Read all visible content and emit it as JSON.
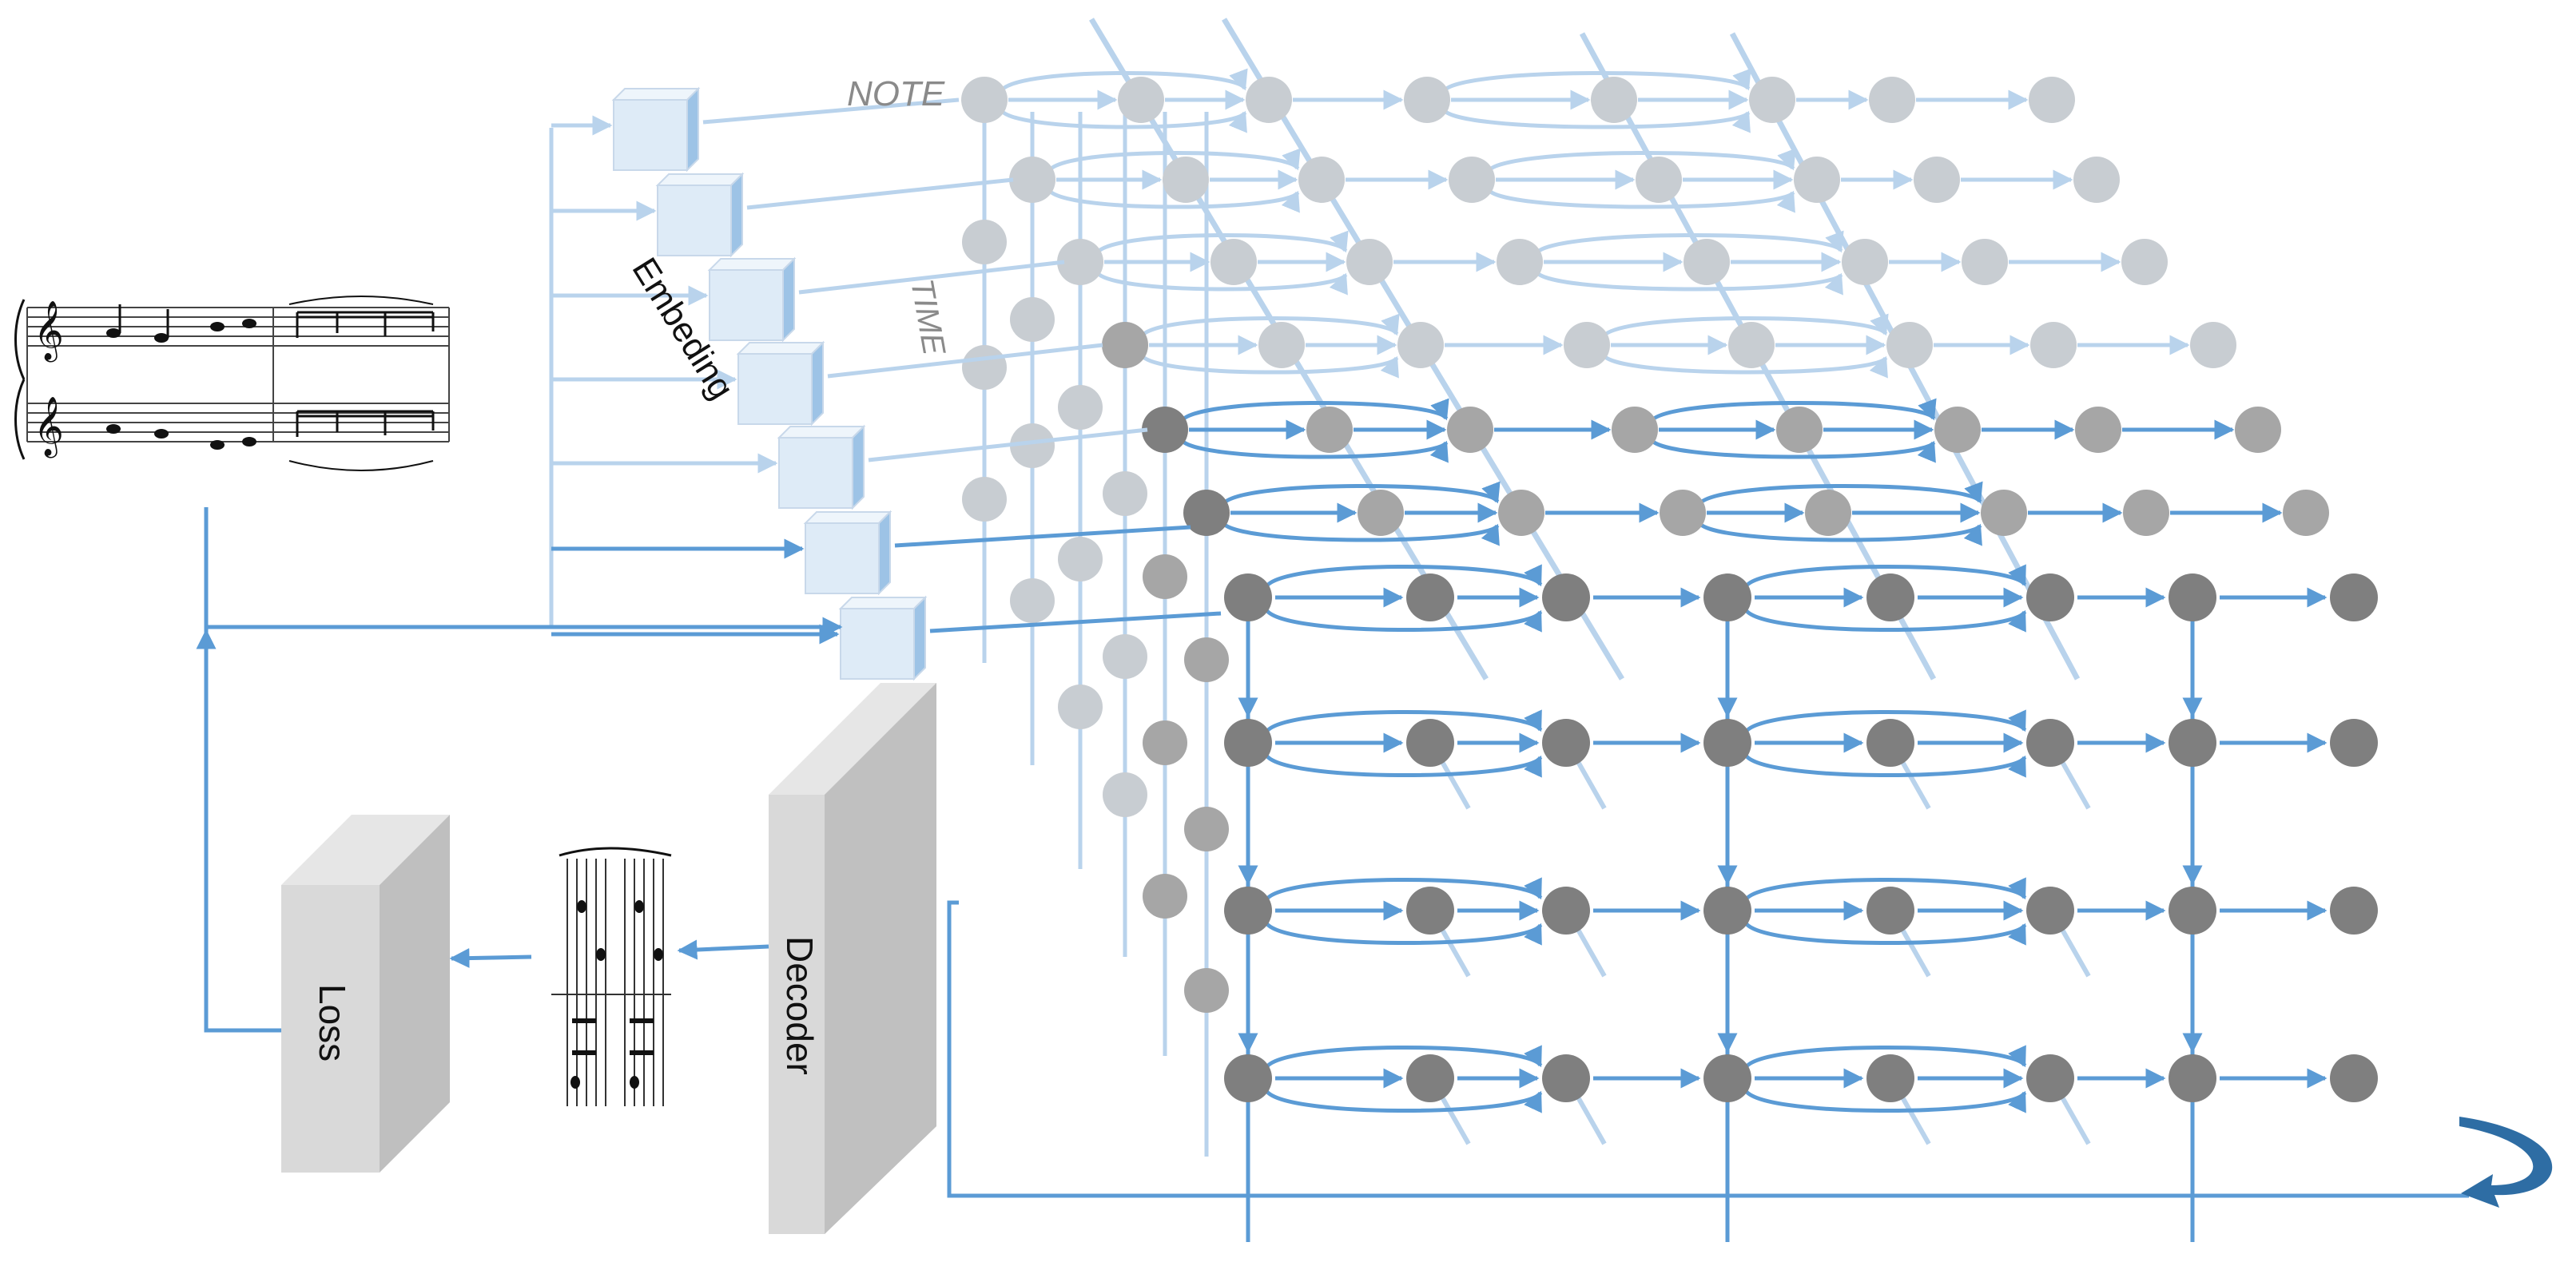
{
  "labels": {
    "note": "NOTE",
    "time": "TIME",
    "embedding": "Embeding",
    "decoder": "Decoder",
    "loss": "Loss"
  },
  "colors": {
    "arrow": "#5b9bd5",
    "arrow_faded": "#b9d3ec",
    "node_dark": "#7f7f7f",
    "node_faded": "#c8cdd2",
    "cube_face": "#deebf7",
    "box_face": "#d9d9d9"
  },
  "icons": [
    "sheet-music-input",
    "sheet-music-output",
    "curved-return-arrow"
  ]
}
